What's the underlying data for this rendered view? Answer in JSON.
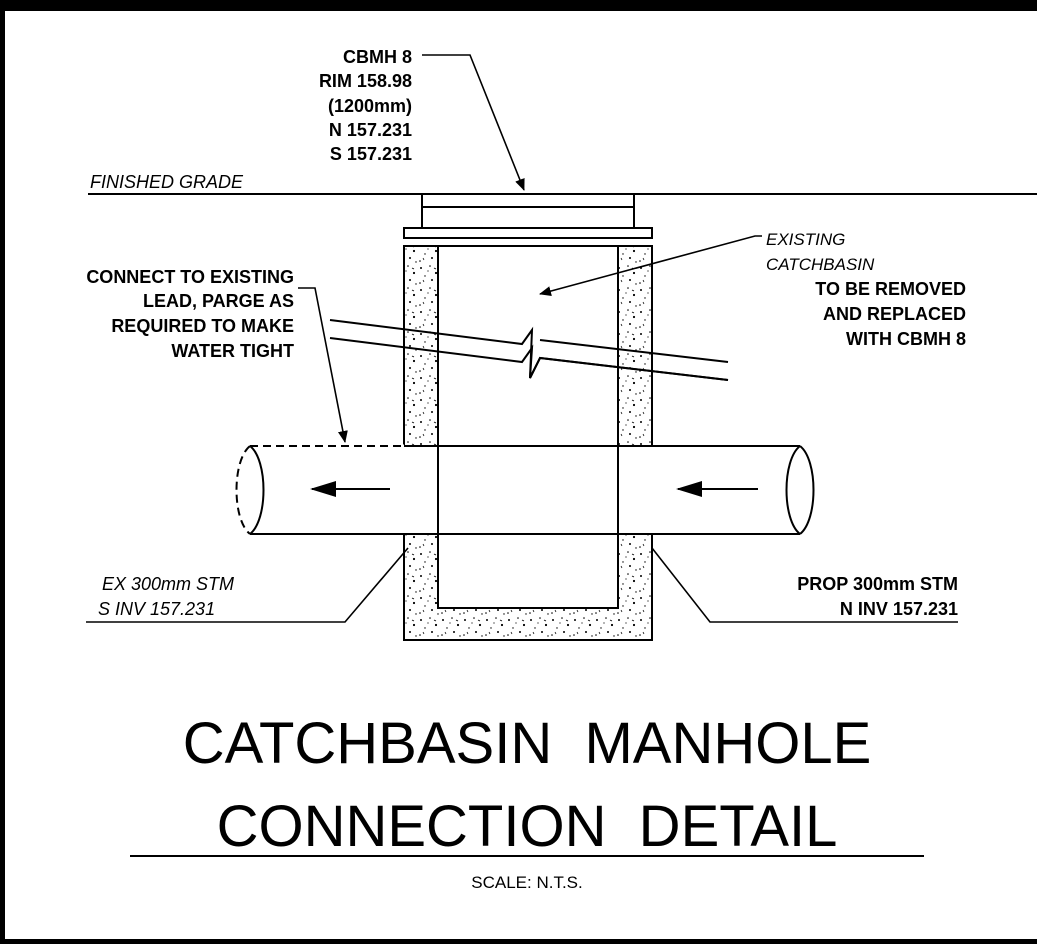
{
  "structure": {
    "label_lines": [
      "CBMH 8",
      "RIM 158.98",
      "(1200mm)",
      "N 157.231",
      "S 157.231"
    ]
  },
  "grade_label": "FINISHED GRADE",
  "existing_note": {
    "italic_lines": [
      "EXISTING",
      "CATCHBASIN"
    ],
    "lines": [
      "TO BE REMOVED",
      "AND REPLACED",
      "WITH CBMH 8"
    ]
  },
  "connect_note": {
    "lines": [
      "CONNECT TO EXISTING",
      "LEAD, PARGE AS",
      "REQUIRED TO MAKE",
      "WATER TIGHT"
    ]
  },
  "left_pipe": {
    "line1": "EX 300mm STM",
    "line2": "S INV 157.231"
  },
  "right_pipe": {
    "line1": "PROP 300mm STM",
    "line2": "N INV 157.231"
  },
  "title": {
    "line1": "CATCHBASIN  MANHOLE",
    "line2": "CONNECTION  DETAIL"
  },
  "scale_label": "SCALE: N.T.S."
}
